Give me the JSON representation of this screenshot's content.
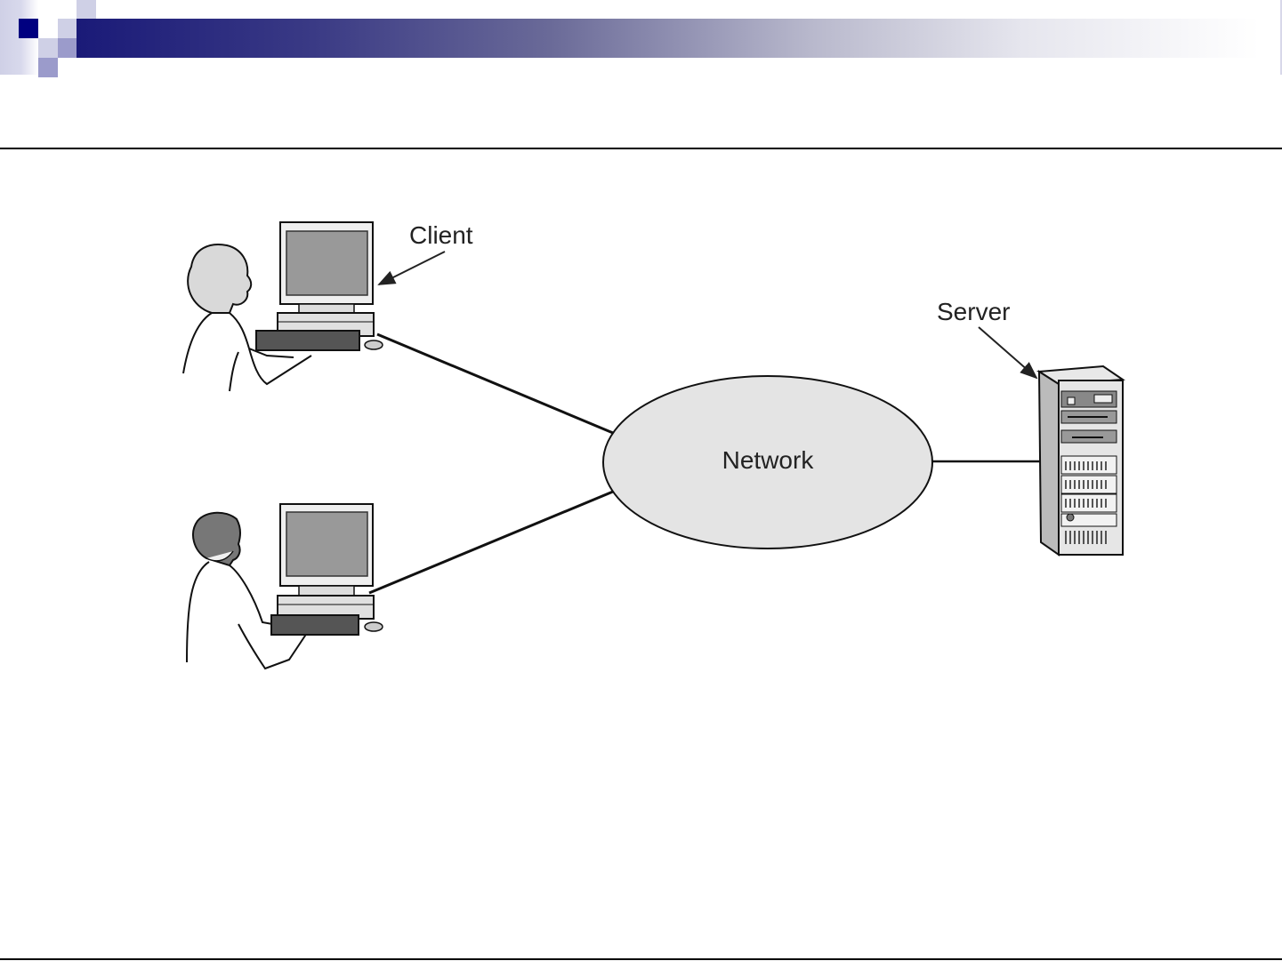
{
  "slide": {
    "title": "",
    "theme_colors": {
      "accent_dark": "#000080",
      "accent_medium": "#9b9bcb",
      "accent_light": "#cfd0e6"
    }
  },
  "diagram": {
    "nodes": {
      "client_label": "Client",
      "server_label": "Server",
      "network_label": "Network"
    },
    "client_count": 2,
    "connections": [
      {
        "from": "client-1",
        "to": "network"
      },
      {
        "from": "client-2",
        "to": "network"
      },
      {
        "from": "network",
        "to": "server"
      }
    ]
  }
}
